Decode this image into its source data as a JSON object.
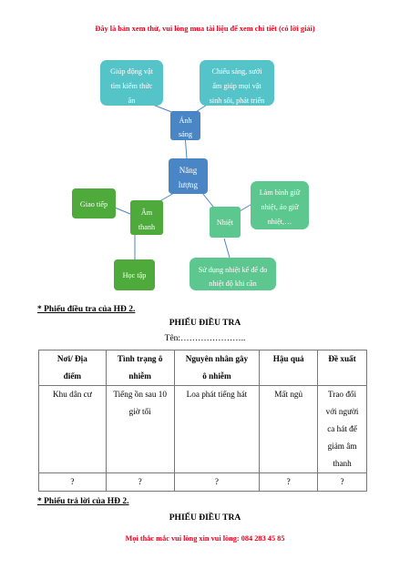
{
  "banner_top": "Đây là bản xem thử, vui lòng mua tài liệu để xem chi tiết (có lời giải)",
  "banner_bottom": "Mọi thắc mắc vui lòng xin vui lòng: 084 283 45 85",
  "mindmap": {
    "center": [
      "Năng",
      "lượng"
    ],
    "anh_sang": [
      "Ánh",
      "sáng"
    ],
    "am_thanh": [
      "Âm",
      "thanh"
    ],
    "nhiet": "Nhiệt",
    "leaf_animals": [
      "Giúp động vật",
      "tìm kiếm thức",
      "ăn"
    ],
    "leaf_plants": [
      "Chiếu sáng, sưởi",
      "ấm giúp mọi vật",
      "sinh sôi, phát triển"
    ],
    "leaf_giao_tiep": "Giao tiếp",
    "leaf_hoc_tap": "Học tập",
    "leaf_warm": [
      "Làm bình giữ",
      "nhiệt, áo giữ",
      "nhiệt,…"
    ],
    "leaf_thermo": [
      "Sử dụng nhiệt kế để đo",
      "nhiệt độ khi cần"
    ],
    "colors": {
      "blue_dark": "#4a86c5",
      "teal": "#55c4c9",
      "green_dark": "#4eaa3b",
      "green_light": "#5cc78e",
      "line": "#4a86c5"
    }
  },
  "section1": "* Phiếu điều tra của HĐ 2.",
  "form_title": "PHIẾU ĐIỀU TRA",
  "form_name": "Tên:…………………..",
  "table": {
    "headers": [
      [
        "Nơi/ Địa",
        "điểm"
      ],
      [
        "Tình trạng ô",
        "nhiễm"
      ],
      [
        "Nguyên nhân gây",
        "ô nhiễm"
      ],
      [
        "Hậu quả"
      ],
      [
        "Đề xuất"
      ]
    ],
    "row": [
      [
        "Khu dân cư"
      ],
      [
        "Tiếng ồn sau 10",
        "giờ tối"
      ],
      [
        "Loa phát tiếng hát"
      ],
      [
        "Mất ngủ"
      ],
      [
        "Trao đổi",
        "với người",
        "ca hát để",
        "giảm âm",
        "thanh"
      ]
    ],
    "q_row": [
      "?",
      "?",
      "?",
      "?",
      "?"
    ]
  },
  "section2": "* Phiếu trả lời của HĐ 2.",
  "form_title2": "PHIẾU ĐIỀU TRA"
}
